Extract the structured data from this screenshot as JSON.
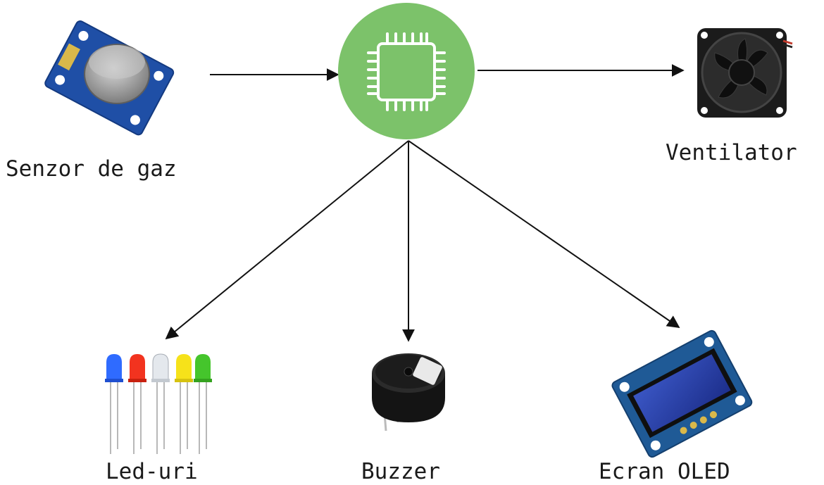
{
  "diagram": {
    "center": {
      "name": "microcontroller",
      "color": "#7cc26a"
    },
    "input": {
      "label": "Senzor de gaz"
    },
    "outputs": {
      "fan": {
        "label": "Ventilator"
      },
      "leds": {
        "label": "Led-uri",
        "colors": [
          "#2f6bff",
          "#f2331f",
          "#d8dde3",
          "#f6e21a",
          "#45c52c"
        ]
      },
      "buzzer": {
        "label": "Buzzer"
      },
      "oled": {
        "label": "Ecran OLED"
      }
    }
  }
}
